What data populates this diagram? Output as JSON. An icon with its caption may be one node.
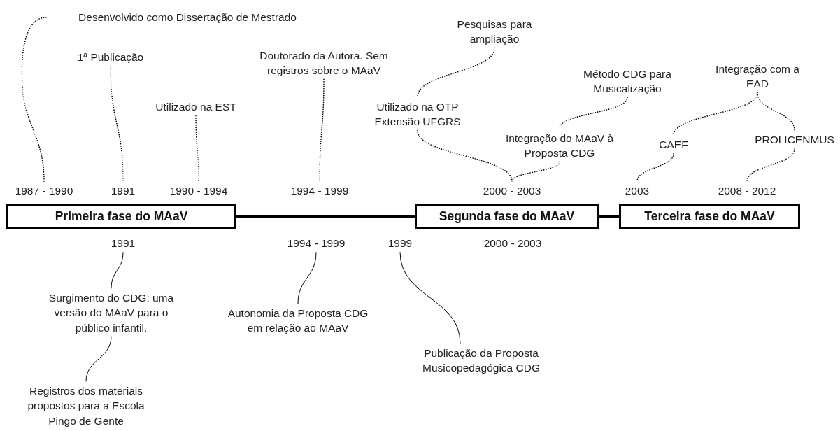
{
  "diagram": {
    "nodes": [
      {
        "text": [
          "Primeira fase do MAaV"
        ]
      },
      {
        "text": [
          "Segunda fase do MAaV"
        ]
      },
      {
        "text": [
          "Terceira fase do MAaV"
        ]
      },
      {
        "text": [
          "Desenvolvido como Dissertação de Mestrado"
        ]
      },
      {
        "text": [
          "1987 - 1990"
        ]
      },
      {
        "text": [
          "1ª Publicação"
        ]
      },
      {
        "text": [
          "1991"
        ]
      },
      {
        "text": [
          "Utilizado na EST"
        ]
      },
      {
        "text": [
          "1990 - 1994"
        ]
      },
      {
        "text": [
          "Doutorado da Autora. Sem registros sobre o MAaV"
        ]
      },
      {
        "text": [
          "1994 - 1999"
        ]
      },
      {
        "text": [
          "Pesquisas para ampliação"
        ]
      },
      {
        "text": [
          "Utilizado na OTP Extensão UFGRS"
        ]
      },
      {
        "text": [
          "Método CDG para Musicalização"
        ]
      },
      {
        "text": [
          "Integração do MAaV à Proposta CDG"
        ]
      },
      {
        "text": [
          "2000 - 2003"
        ]
      },
      {
        "text": [
          "Integração com a EAD"
        ]
      },
      {
        "text": [
          "CAEF"
        ]
      },
      {
        "text": [
          "PROLICENMUS"
        ]
      },
      {
        "text": [
          "2003"
        ]
      },
      {
        "text": [
          "2008 - 2012"
        ]
      },
      {
        "text": [
          "1991"
        ]
      },
      {
        "text": [
          "Surgimento do CDG: uma versão do MAaV para o público infantil."
        ]
      },
      {
        "text": [
          "Registros dos materiais propostos para a Escola Pingo de Gente"
        ]
      },
      {
        "text": [
          "1994 - 1999"
        ]
      },
      {
        "text": [
          "Autonomia da Proposta CDG em relação ao MAaV"
        ]
      },
      {
        "text": [
          "1999"
        ]
      },
      {
        "text": [
          "Publicação da Proposta Musicopedagógica CDG"
        ]
      }
    ],
    "edges": [
      {
        "from": 0,
        "to": 1,
        "arrow": "none",
        "style": "thick"
      },
      {
        "from": 1,
        "to": 2,
        "arrow": "none",
        "style": "thick"
      },
      {
        "from": 3,
        "to": 4,
        "arrow": "none",
        "style": "dashed"
      },
      {
        "from": 5,
        "to": 6,
        "arrow": "none",
        "style": "dashed"
      },
      {
        "from": 7,
        "to": 8,
        "arrow": "none",
        "style": "dashed"
      },
      {
        "from": 9,
        "to": 10,
        "arrow": "none",
        "style": "dashed"
      },
      {
        "from": 11,
        "to": 12,
        "arrow": "none",
        "style": "dashed"
      },
      {
        "from": 12,
        "to": 15,
        "arrow": "none",
        "style": "dashed"
      },
      {
        "from": 13,
        "to": 14,
        "arrow": "none",
        "style": "dashed"
      },
      {
        "from": 14,
        "to": 15,
        "arrow": "none",
        "style": "dashed"
      },
      {
        "from": 16,
        "to": 17,
        "arrow": "none",
        "style": "dashed"
      },
      {
        "from": 16,
        "to": 18,
        "arrow": "none",
        "style": "dashed"
      },
      {
        "from": 17,
        "to": 19,
        "arrow": "none",
        "style": "dashed"
      },
      {
        "from": 18,
        "to": 20,
        "arrow": "none",
        "style": "dashed"
      },
      {
        "from": 21,
        "to": 22,
        "arrow": "none"
      },
      {
        "from": 22,
        "to": 23,
        "arrow": "none"
      },
      {
        "from": 24,
        "to": 25,
        "arrow": "none"
      },
      {
        "from": 26,
        "to": 27,
        "arrow": "none"
      }
    ],
    "labels": [
      "2000 - 2003"
    ]
  }
}
